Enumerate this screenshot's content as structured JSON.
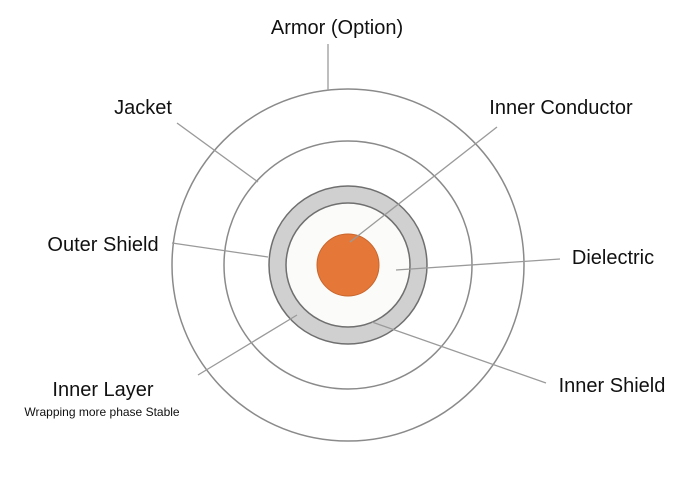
{
  "diagram": {
    "labels": {
      "armor": "Armor (Option)",
      "jacket": "Jacket",
      "inner_conductor": "Inner Conductor",
      "outer_shield": "Outer Shield",
      "dielectric": "Dielectric",
      "inner_layer": "Inner Layer",
      "inner_layer_note": "Wrapping more phase Stable",
      "inner_shield": "Inner Shield"
    },
    "colors": {
      "conductor": "#e57838",
      "shield_ring": "#d0d0d0",
      "dielectric": "#fbfbf9",
      "outline": "#8a8a8a",
      "leader_line": "#9a9a9a",
      "text": "#111111"
    }
  }
}
